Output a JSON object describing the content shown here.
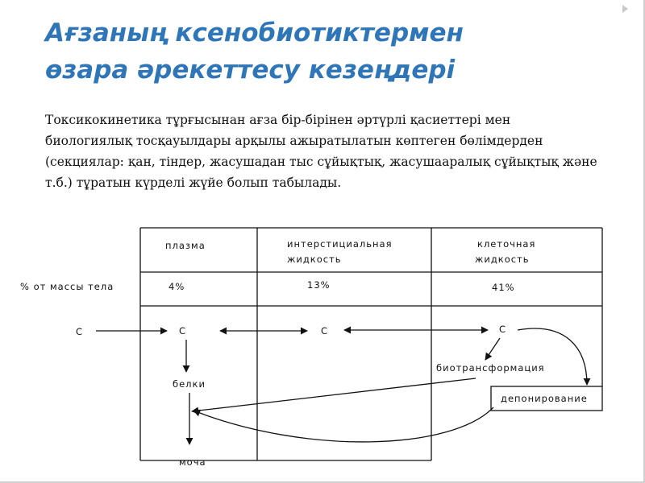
{
  "slide": {
    "title_line1": "Ағзаның ксенобиотиктермен",
    "title_line2": "өзара әрекеттесу кезеңдері",
    "paragraph": "Токсикокинетика тұрғысынан ағза бір-бірінен  әртүрлі қасиеттері мен биологиялық тосқауылдары арқылы ажыратылатын  көптеген бөлімдерден (секциялар: қан, тіндер, жасушадан тыс сұйықтық, жасушааралық сұйықтық және т.б.) тұратын күрделі жүйе болып табылады."
  },
  "diagram": {
    "columns": {
      "plasma": "плазма",
      "interstitial_line1": "интерстициальная",
      "interstitial_line2": "жидкость",
      "cellular_line1": "клеточная",
      "cellular_line2": "жидкость"
    },
    "row_label": "% от массы тела",
    "percentages": {
      "plasma": "4%",
      "interstitial": "13%",
      "cellular": "41%"
    },
    "node_labels": {
      "c_outside": "С",
      "c_plasma": "С",
      "c_interstitial": "С",
      "c_cellular": "С"
    },
    "process_labels": {
      "proteins": "белки",
      "biotransformation": "биотрансформация",
      "deposition": "депонирование",
      "urine": "моча"
    }
  }
}
